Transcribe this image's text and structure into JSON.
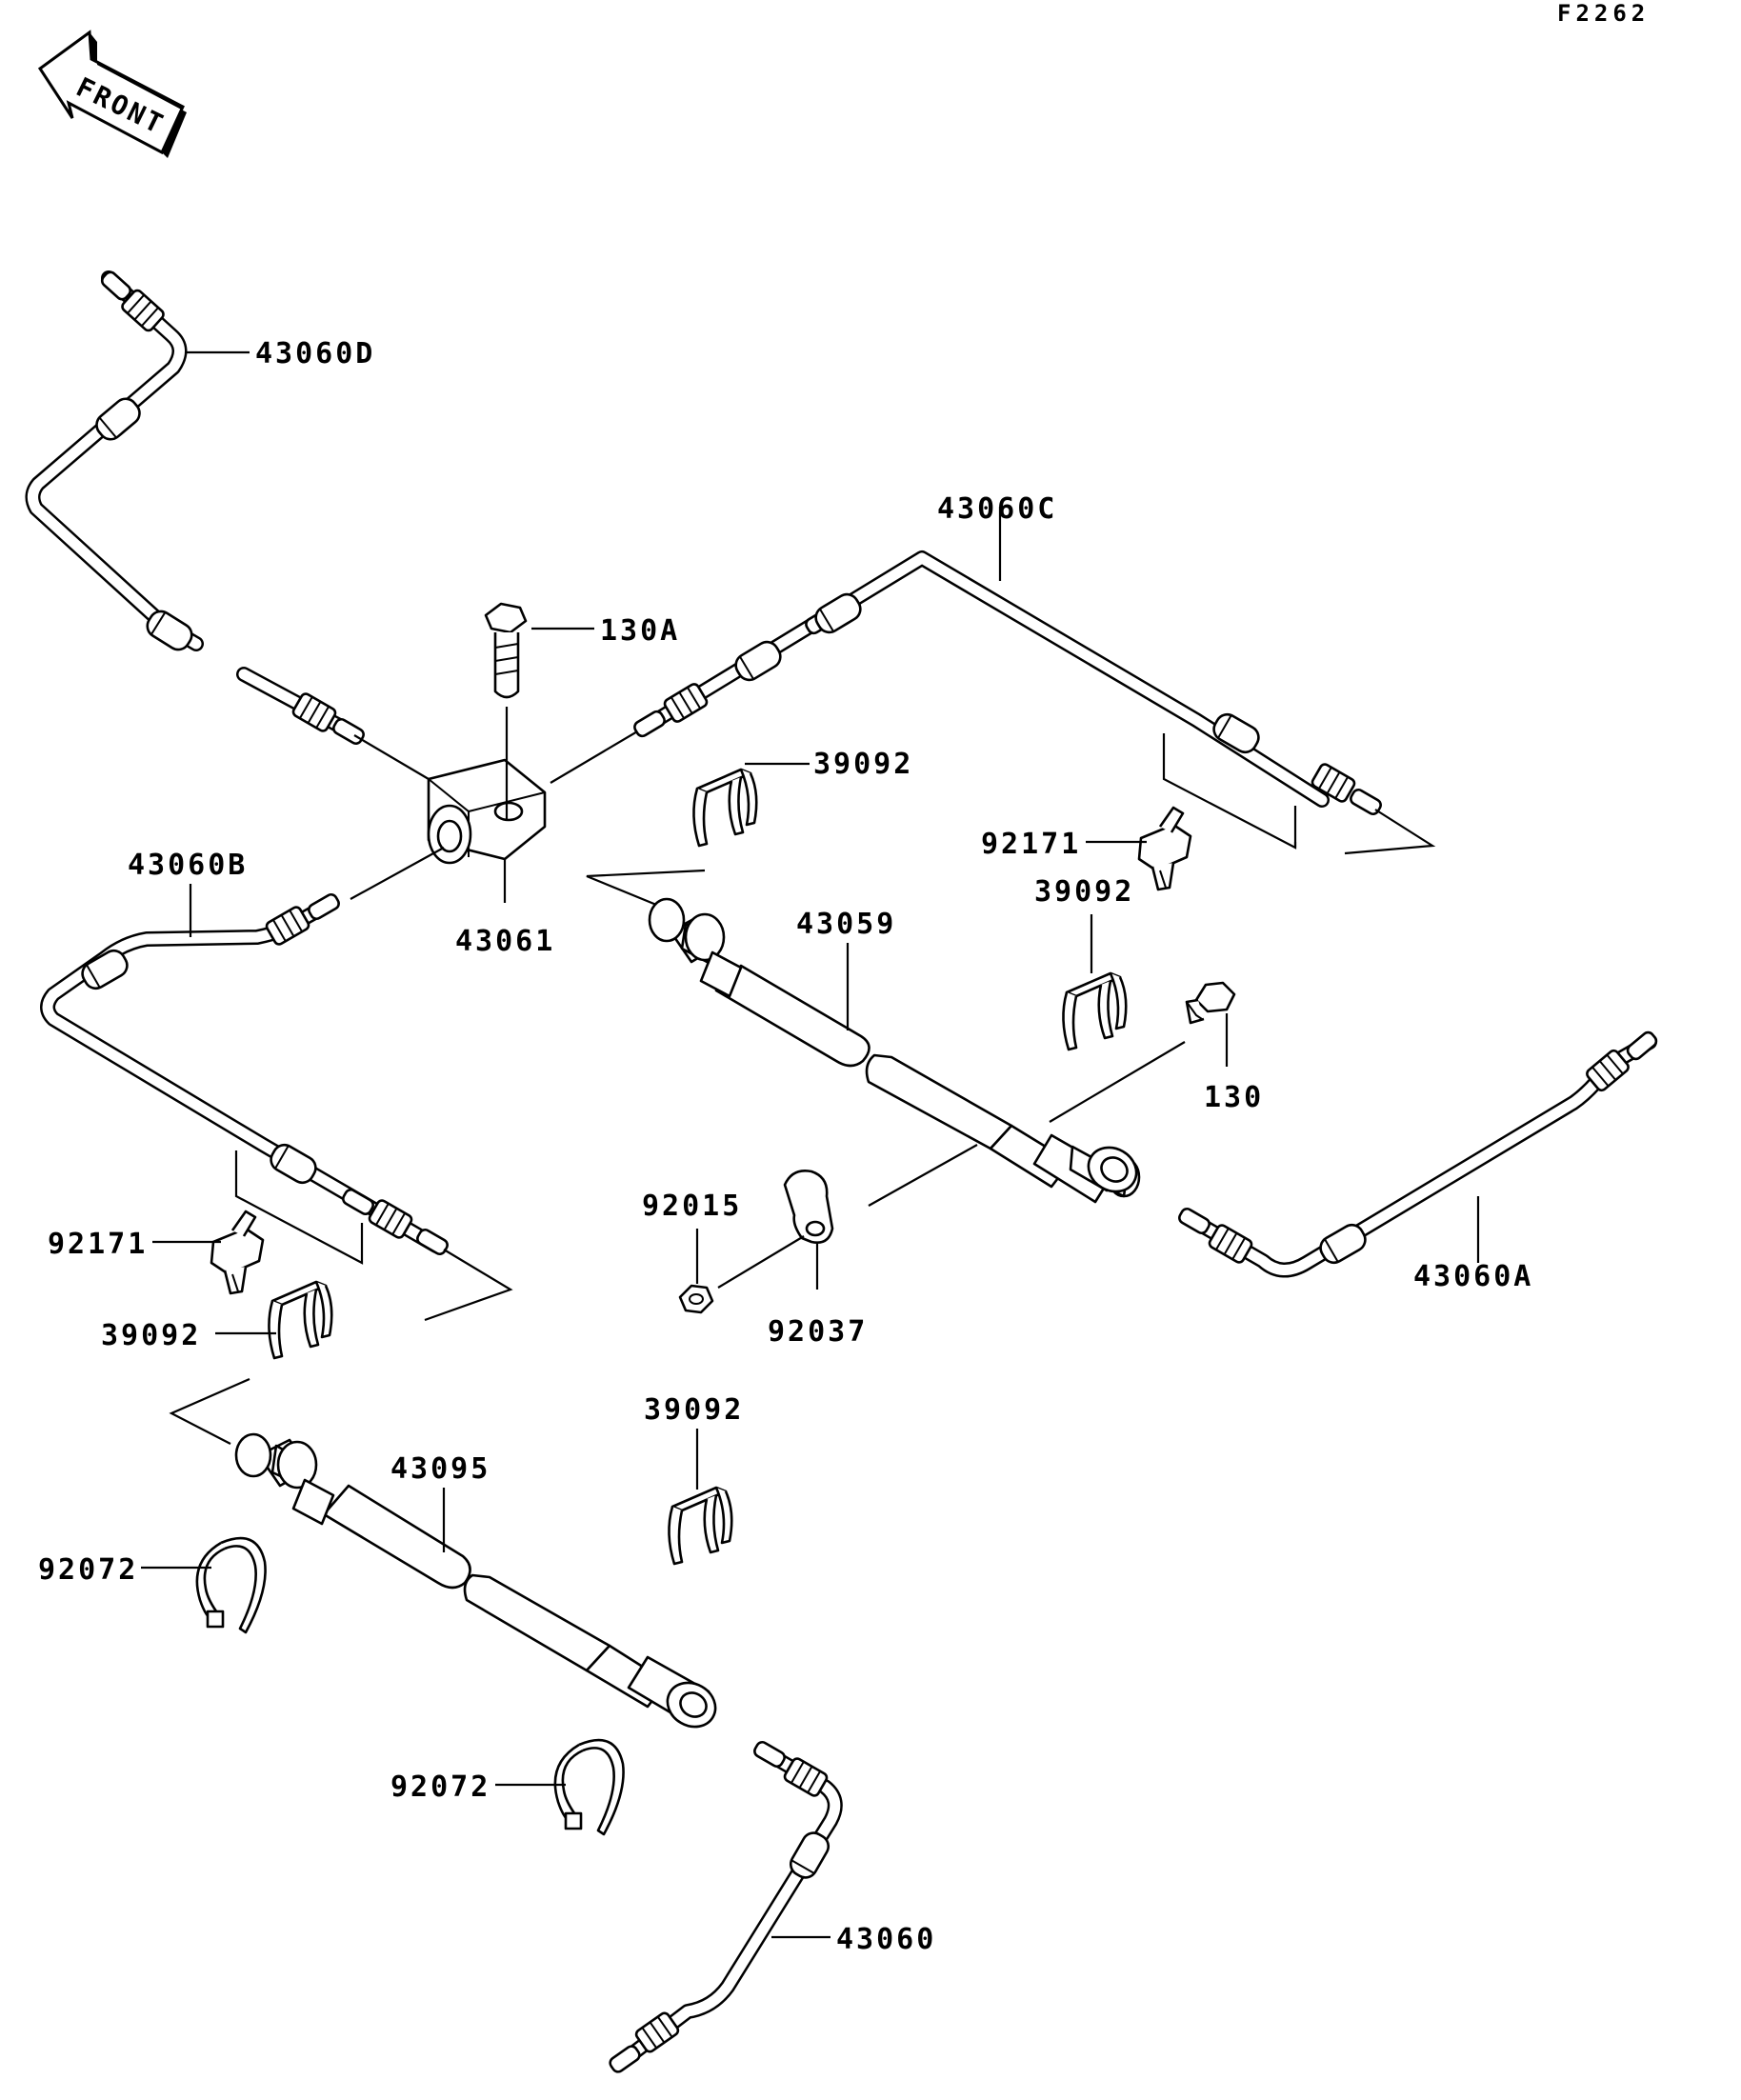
{
  "diagram_code": "F2262",
  "front_arrow": {
    "text": "FRONT",
    "icon": "front-direction-arrow-icon"
  },
  "parts": {
    "p43060D": "43060D",
    "p43060C": "43060C",
    "p43060B": "43060B",
    "p43060A": "43060A",
    "p43060": "43060",
    "p43061": "43061",
    "p43059": "43059",
    "p43095": "43095",
    "p130A": "130A",
    "p130": "130",
    "p39092_a": "39092",
    "p39092_b": "39092",
    "p39092_c": "39092",
    "p39092_d": "39092",
    "p92171_a": "92171",
    "p92171_b": "92171",
    "p92015": "92015",
    "p92037": "92037",
    "p92072_a": "92072",
    "p92072_b": "92072"
  }
}
